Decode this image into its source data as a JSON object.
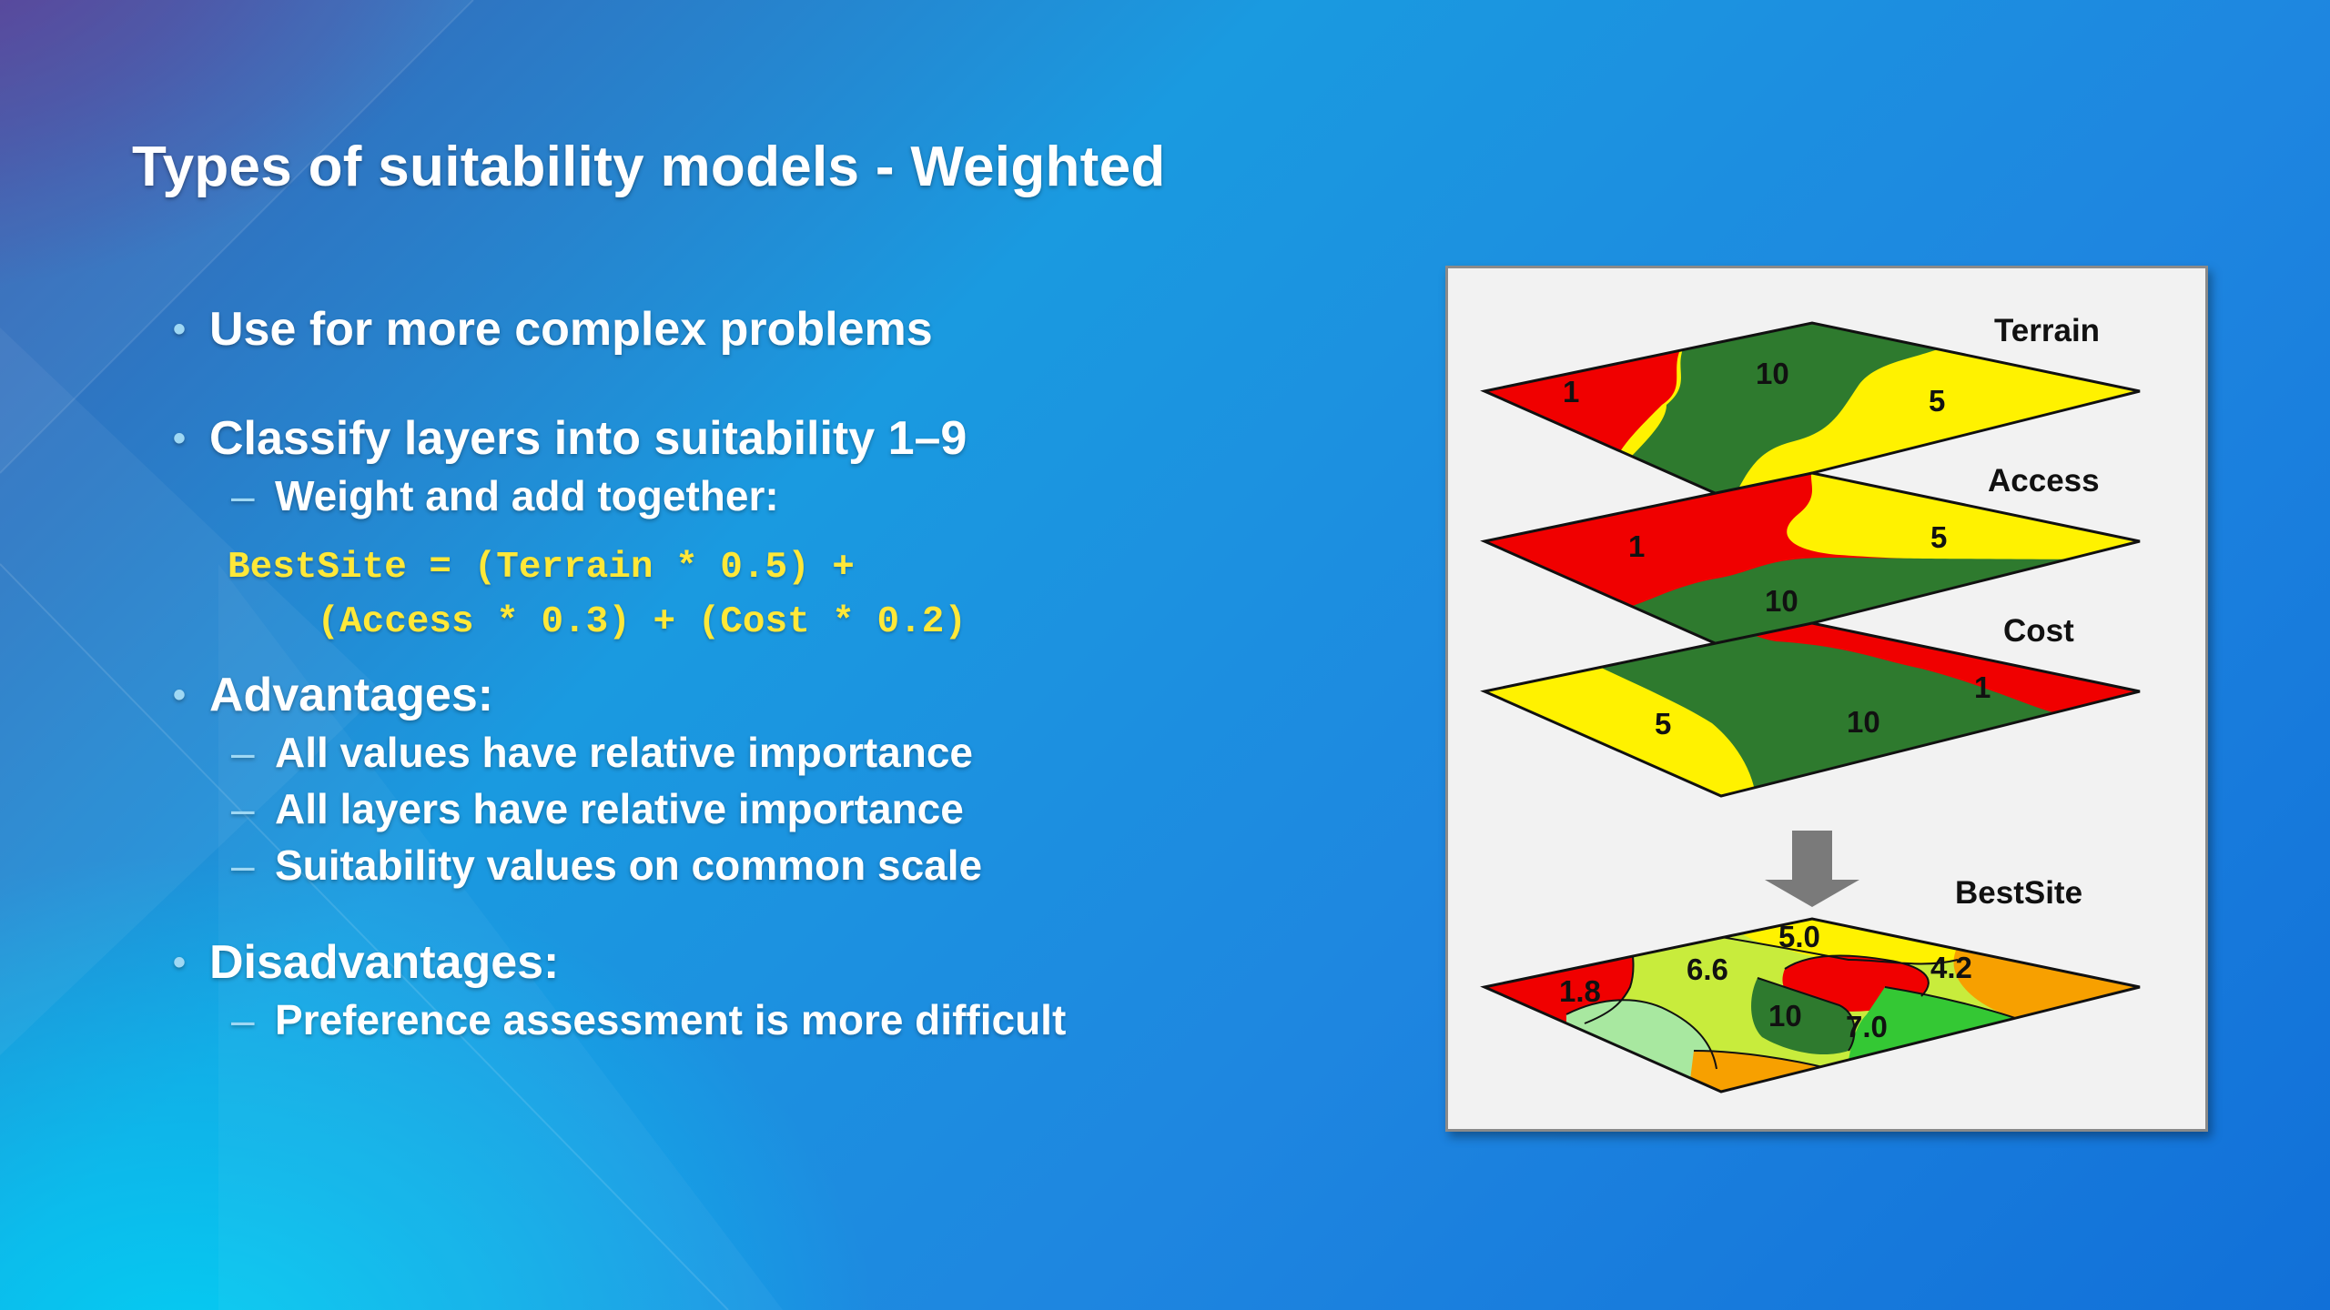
{
  "slide": {
    "title": "Types of suitability models - Weighted",
    "bullets": [
      {
        "text": "Use for more complex problems",
        "sub": []
      },
      {
        "text": "Classify layers into suitability 1–9",
        "sub": [
          "Weight and add together:"
        ]
      },
      {
        "text": "Advantages:",
        "sub": [
          "All values have relative importance",
          "All layers have relative importance",
          "Suitability values on common scale"
        ]
      },
      {
        "text": "Disadvantages:",
        "sub": [
          "Preference assessment is more difficult"
        ]
      }
    ],
    "formula": {
      "line1": "BestSite = (Terrain * 0.5) +",
      "line2": "    (Access * 0.3) + (Cost * 0.2)"
    }
  },
  "diagram": {
    "layers": [
      {
        "name": "Terrain",
        "values": [
          "1",
          "10",
          "5"
        ]
      },
      {
        "name": "Access",
        "values": [
          "1",
          "5",
          "10"
        ]
      },
      {
        "name": "Cost",
        "values": [
          "5",
          "10",
          "1"
        ]
      },
      {
        "name": "BestSite",
        "values": [
          "1.8",
          "6.6",
          "5.0",
          "4.2",
          "10",
          "7.0"
        ]
      }
    ],
    "colors": {
      "red": "#f00000",
      "green": "#2e7a2e",
      "yellow": "#fff200",
      "lime": "#c8ec3c",
      "orange": "#f7a000",
      "brightgreen": "#34c834",
      "palegreen": "#a8e8a0",
      "arrow": "#7a7a7a"
    }
  }
}
